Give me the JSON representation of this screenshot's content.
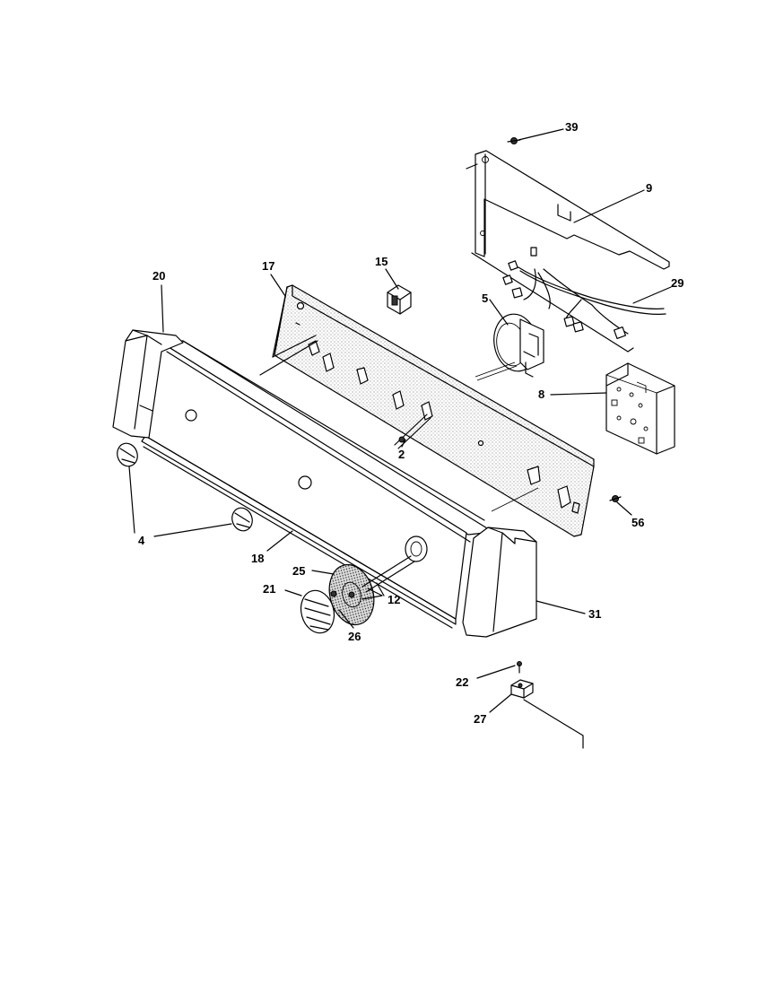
{
  "parts": [
    {
      "id": "39"
    },
    {
      "id": "9"
    },
    {
      "id": "29"
    },
    {
      "id": "5"
    },
    {
      "id": "8"
    },
    {
      "id": "15"
    },
    {
      "id": "17"
    },
    {
      "id": "20"
    },
    {
      "id": "2"
    },
    {
      "id": "56"
    },
    {
      "id": "4"
    },
    {
      "id": "18"
    },
    {
      "id": "25"
    },
    {
      "id": "21"
    },
    {
      "id": "12"
    },
    {
      "id": "26"
    },
    {
      "id": "31"
    },
    {
      "id": "22"
    },
    {
      "id": "27"
    }
  ]
}
